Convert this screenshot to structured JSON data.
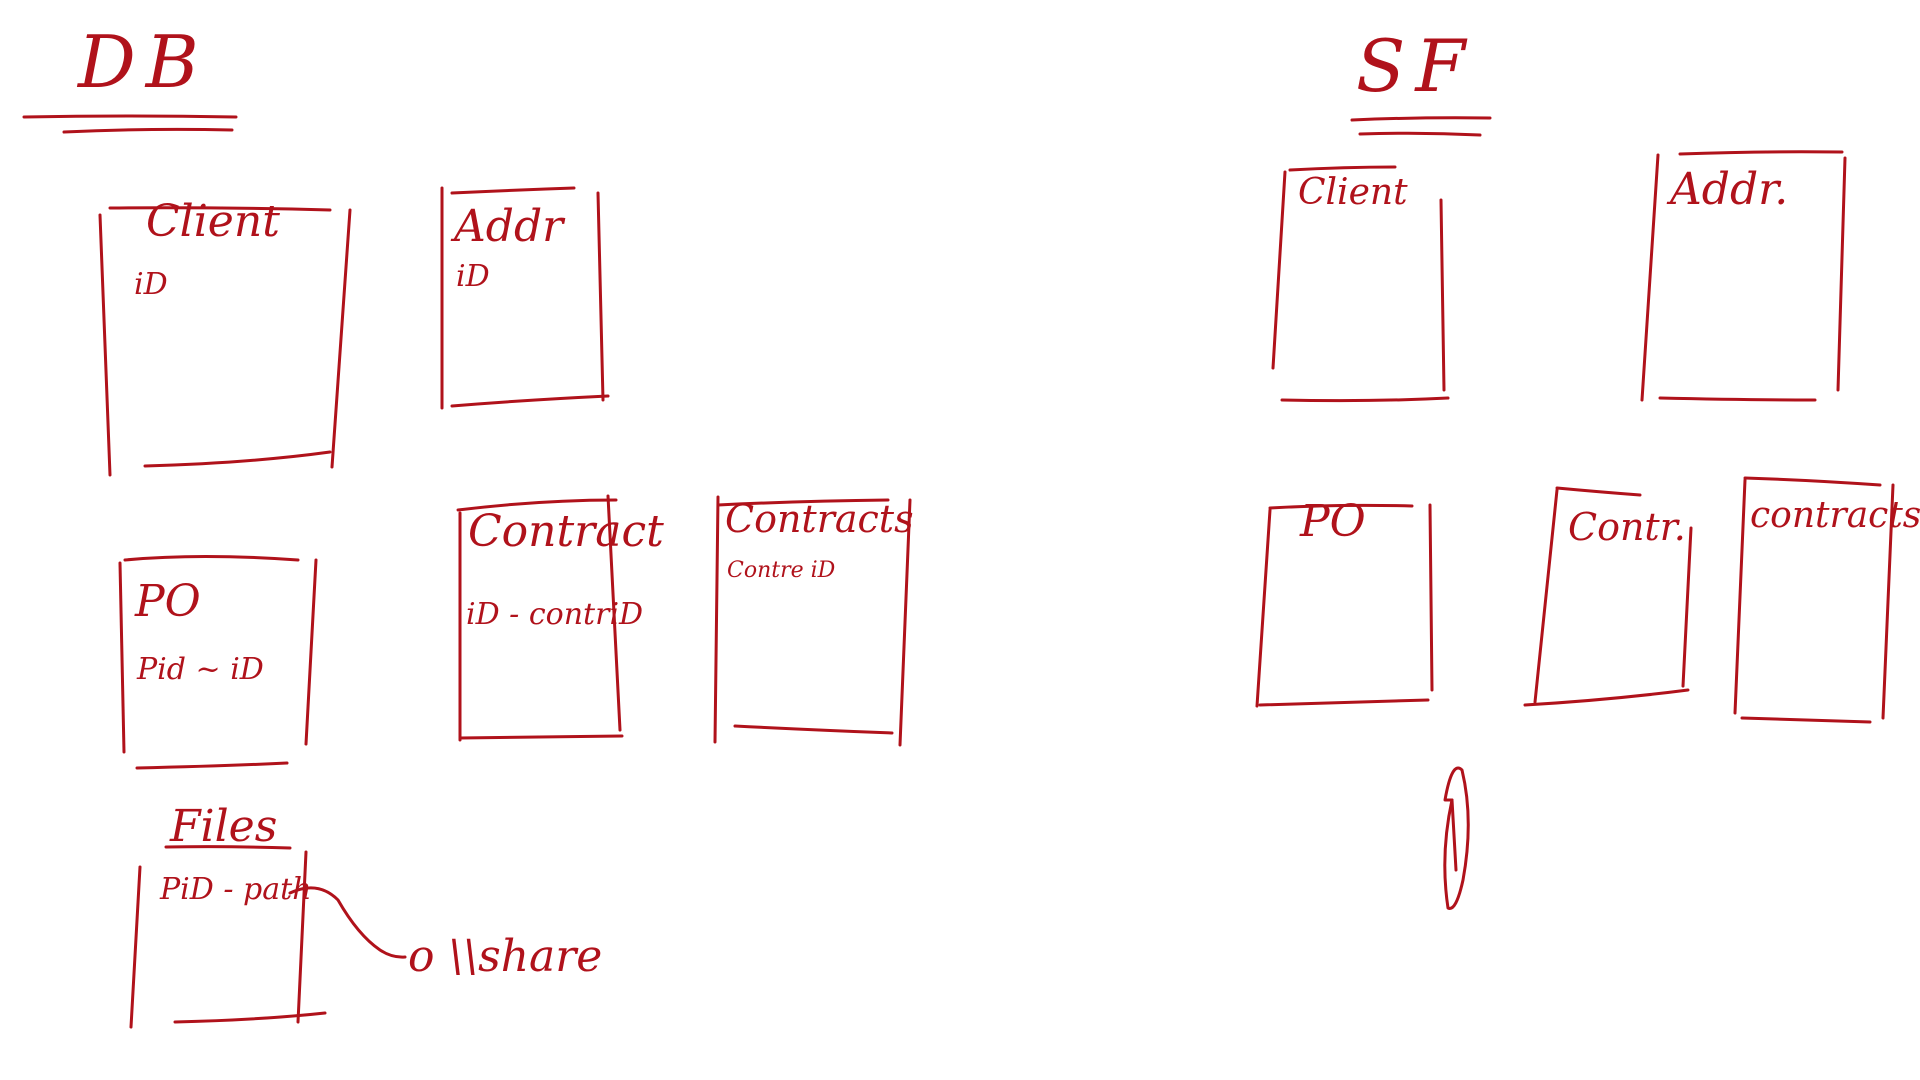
{
  "ink_color": "#b0121b",
  "background": "#ffffff",
  "sections": {
    "db": {
      "heading": "DB"
    },
    "sf": {
      "heading": "SF"
    }
  },
  "db_tables": {
    "client": {
      "title": "Client",
      "field": "iD"
    },
    "addr": {
      "title": "Addr",
      "field": "iD"
    },
    "po": {
      "title": "PO",
      "field": "Pid ~ iD"
    },
    "contract": {
      "title": "Contract",
      "field": "iD - contriD"
    },
    "contracts": {
      "title": "Contracts",
      "field": "Contre iD"
    },
    "files": {
      "title": "Files",
      "field": "PiD - path"
    }
  },
  "files_note": "o \\\\share",
  "sf_tables": {
    "client": {
      "title": "Client"
    },
    "addr": {
      "title": "Addr."
    },
    "po": {
      "title": "PO"
    },
    "contr": {
      "title": "Contr."
    },
    "contracts": {
      "title": "contracts"
    }
  },
  "pen_icon": "pen-icon"
}
